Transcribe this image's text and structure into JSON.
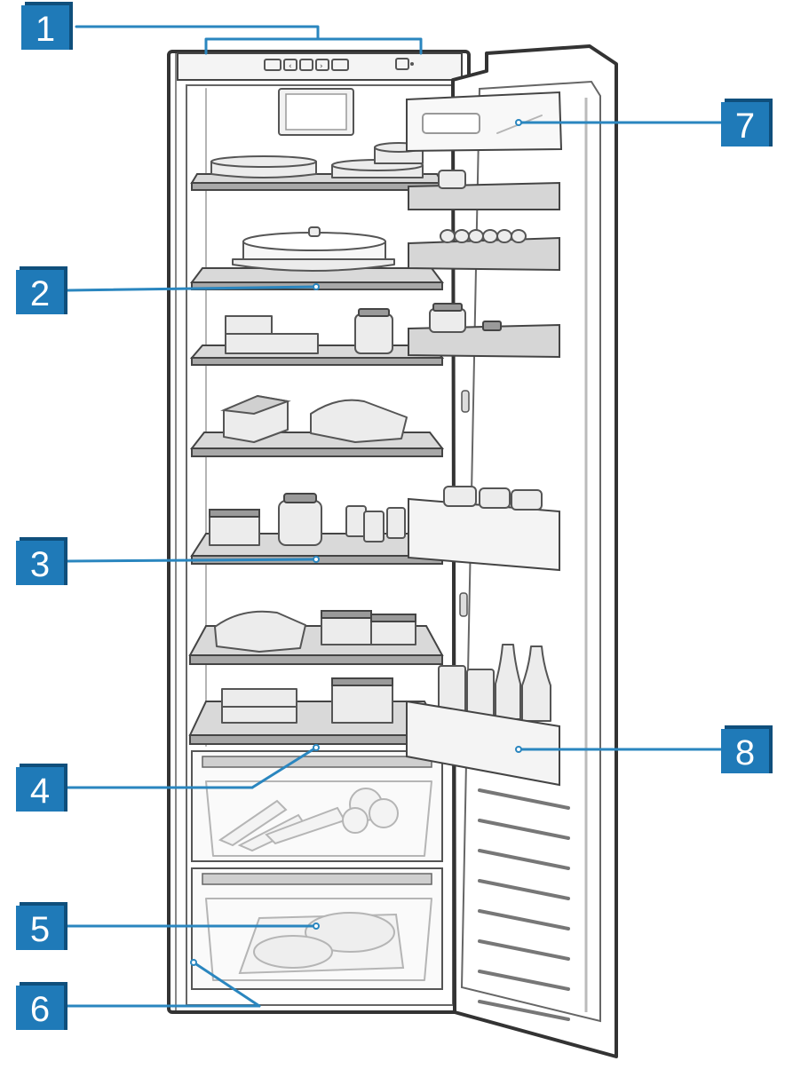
{
  "callouts": [
    {
      "id": "1",
      "label": "1"
    },
    {
      "id": "2",
      "label": "2"
    },
    {
      "id": "3",
      "label": "3"
    },
    {
      "id": "4",
      "label": "4"
    },
    {
      "id": "5",
      "label": "5"
    },
    {
      "id": "6",
      "label": "6"
    },
    {
      "id": "7",
      "label": "7"
    },
    {
      "id": "8",
      "label": "8"
    }
  ],
  "colors": {
    "callout_badge": "#1f7ab8",
    "callout_badge_shadow": "#0f4f7c",
    "leader_line": "#2a86bf",
    "outline": "#333333"
  },
  "icons": [
    "refrigerator-illustration",
    "control-panel-buttons",
    "egg-tray",
    "bottles",
    "vegetables",
    "meat-package"
  ]
}
